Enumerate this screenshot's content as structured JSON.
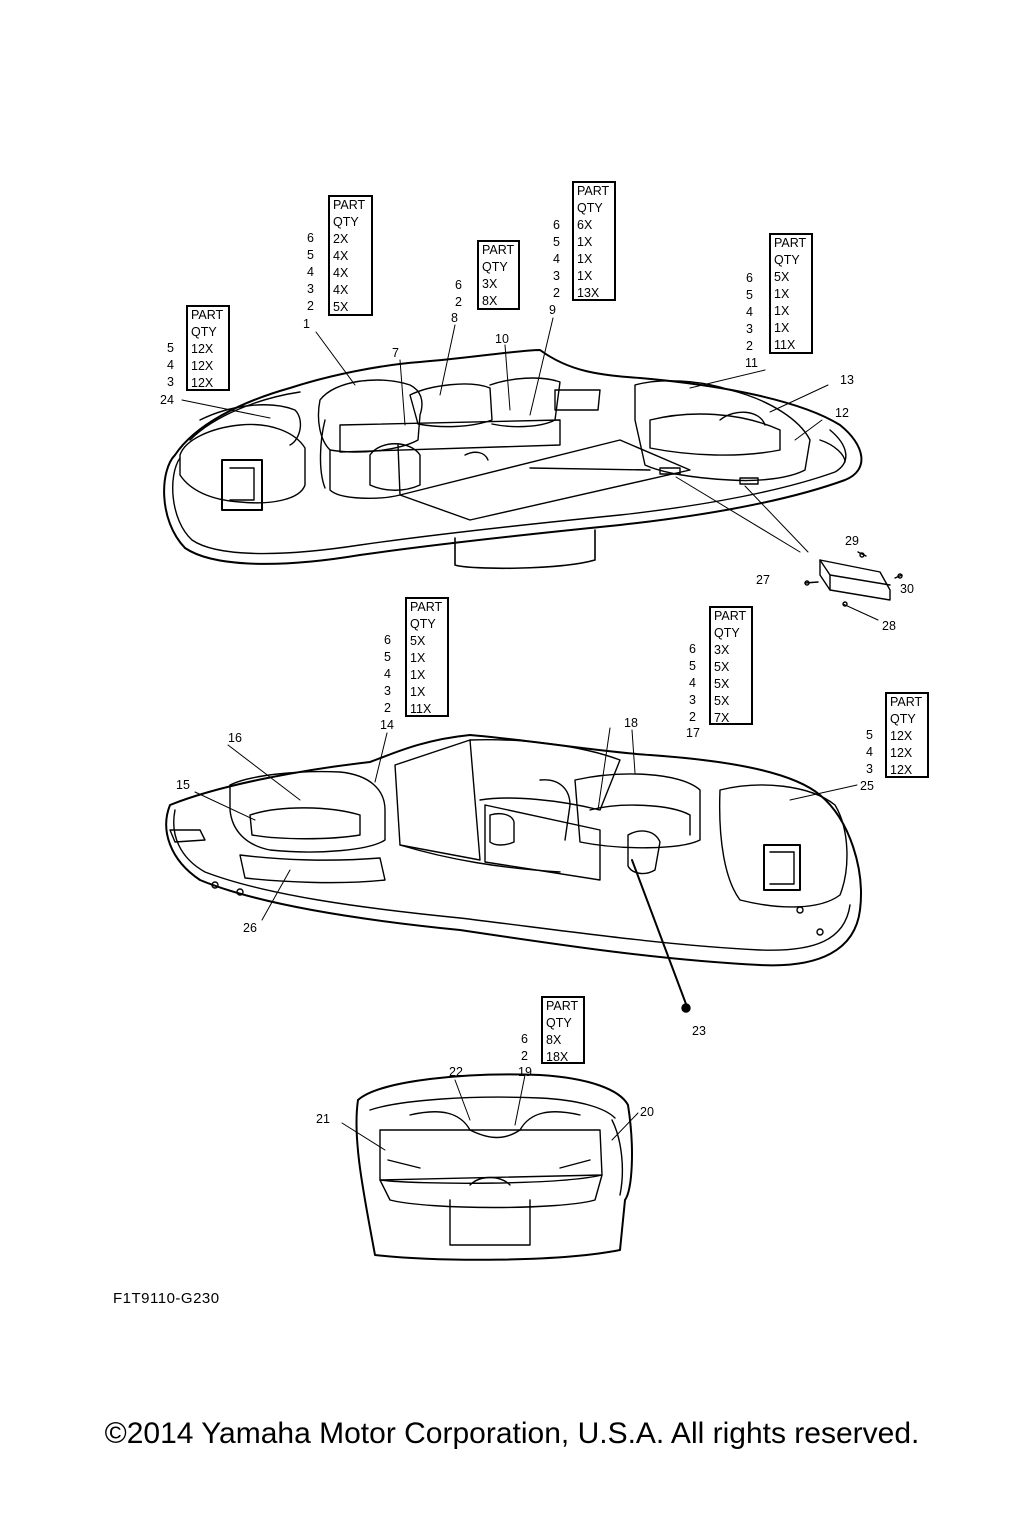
{
  "parts_tables": [
    {
      "id": "t1",
      "rows": [
        {
          "part": "6",
          "qty": "2X"
        },
        {
          "part": "5",
          "qty": "4X"
        },
        {
          "part": "4",
          "qty": "4X"
        },
        {
          "part": "3",
          "qty": "4X"
        },
        {
          "part": "2",
          "qty": "5X"
        }
      ],
      "callout": "1"
    },
    {
      "id": "t2",
      "rows": [
        {
          "part": "6",
          "qty": "3X"
        },
        {
          "part": "2",
          "qty": "8X"
        }
      ],
      "callout": "8"
    },
    {
      "id": "t3",
      "rows": [
        {
          "part": "6",
          "qty": "6X"
        },
        {
          "part": "5",
          "qty": "1X"
        },
        {
          "part": "4",
          "qty": "1X"
        },
        {
          "part": "3",
          "qty": "1X"
        },
        {
          "part": "2",
          "qty": "13X"
        }
      ],
      "callout": "9"
    },
    {
      "id": "t4",
      "rows": [
        {
          "part": "6",
          "qty": "5X"
        },
        {
          "part": "5",
          "qty": "1X"
        },
        {
          "part": "4",
          "qty": "1X"
        },
        {
          "part": "3",
          "qty": "1X"
        },
        {
          "part": "2",
          "qty": "11X"
        }
      ],
      "callout": "11"
    },
    {
      "id": "t5",
      "rows": [
        {
          "part": "5",
          "qty": "12X"
        },
        {
          "part": "4",
          "qty": "12X"
        },
        {
          "part": "3",
          "qty": "12X"
        }
      ],
      "callout": "24"
    },
    {
      "id": "t6",
      "rows": [
        {
          "part": "6",
          "qty": "5X"
        },
        {
          "part": "5",
          "qty": "1X"
        },
        {
          "part": "4",
          "qty": "1X"
        },
        {
          "part": "3",
          "qty": "1X"
        },
        {
          "part": "2",
          "qty": "11X"
        }
      ],
      "callout": "14"
    },
    {
      "id": "t7",
      "rows": [
        {
          "part": "6",
          "qty": "3X"
        },
        {
          "part": "5",
          "qty": "5X"
        },
        {
          "part": "4",
          "qty": "5X"
        },
        {
          "part": "3",
          "qty": "5X"
        },
        {
          "part": "2",
          "qty": "7X"
        }
      ],
      "callout": "17"
    },
    {
      "id": "t8",
      "rows": [
        {
          "part": "5",
          "qty": "12X"
        },
        {
          "part": "4",
          "qty": "12X"
        },
        {
          "part": "3",
          "qty": "12X"
        }
      ],
      "callout": "25"
    },
    {
      "id": "t9",
      "rows": [
        {
          "part": "6",
          "qty": "8X"
        },
        {
          "part": "2",
          "qty": "18X"
        }
      ],
      "callout": "19"
    }
  ],
  "table_header": {
    "line1": "PART",
    "line2": "QTY"
  },
  "callouts": [
    "7",
    "10",
    "12",
    "13",
    "15",
    "16",
    "18",
    "20",
    "21",
    "22",
    "23",
    "26",
    "27",
    "28",
    "29",
    "30"
  ],
  "doc_id": "F1T9110-G230",
  "copyright": "©2014 Yamaha Motor Corporation, U.S.A. All rights reserved."
}
